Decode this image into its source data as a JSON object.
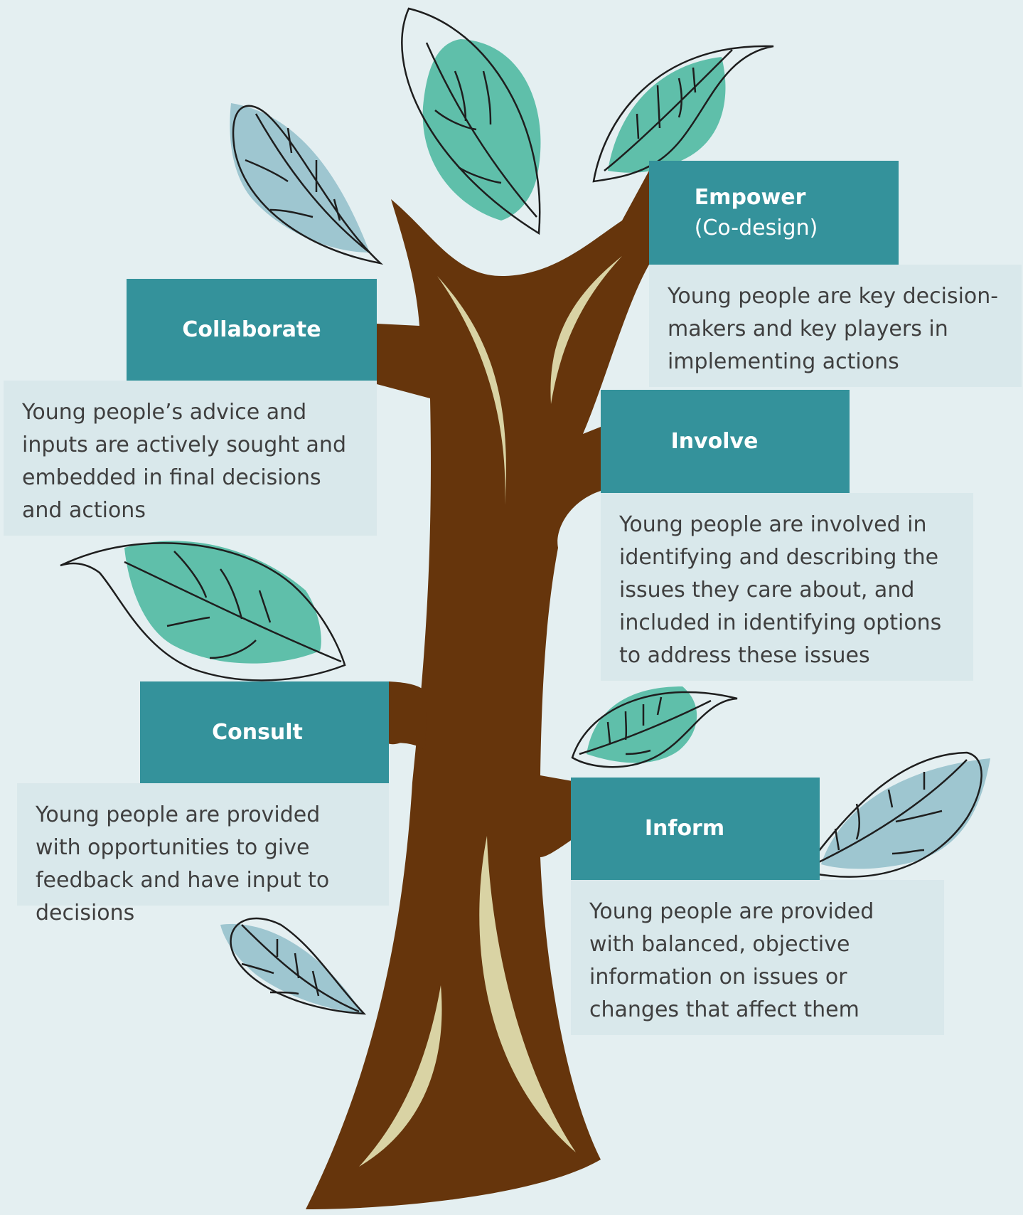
{
  "colors": {
    "background": "#e4eff1",
    "trunk": "#66350c",
    "trunk_highlight": "#d9d3a4",
    "title_box": "#34929b",
    "desc_box": "#d9e8eb",
    "leaf_green": "#5fbfaa",
    "leaf_blue": "#9ec6d0",
    "leaf_outline": "#1e1e1e"
  },
  "levels": [
    {
      "id": "empower",
      "title": "Empower",
      "subtitle": "(Co-design)",
      "description": "Young people are key decision-makers and key players in implementing actions"
    },
    {
      "id": "collaborate",
      "title": "Collaborate",
      "description": "Young people’s advice and inputs are actively sought and embedded in final decisions and actions"
    },
    {
      "id": "involve",
      "title": "Involve",
      "description": "Young people are involved in identifying and describing the issues they care about, and included in identifying options to address these issues"
    },
    {
      "id": "consult",
      "title": "Consult",
      "description": "Young people are provided with opportunities to give feedback and have input to decisions"
    },
    {
      "id": "inform",
      "title": "Inform",
      "description": "Young people are provided with balanced, objective information on issues or changes that affect them"
    }
  ]
}
